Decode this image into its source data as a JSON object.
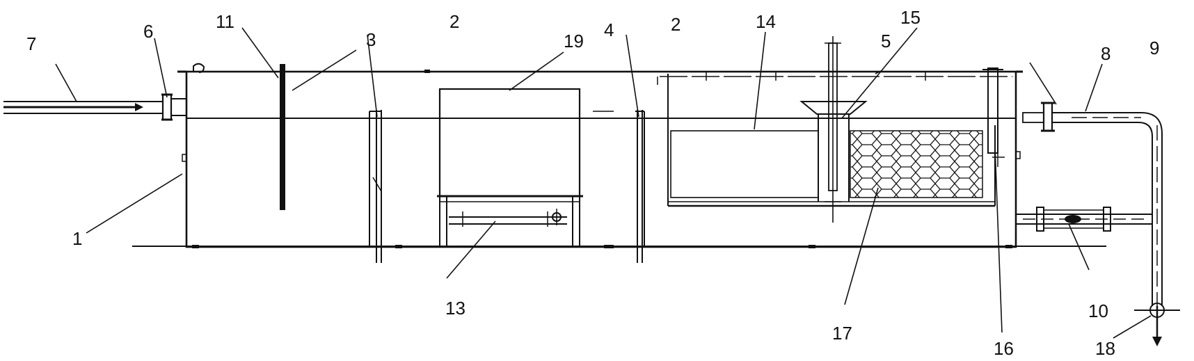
{
  "labels": {
    "l1": "1",
    "l2a": "2",
    "l2b": "2",
    "l3": "3",
    "l4": "4",
    "l5": "5",
    "l6": "6",
    "l7": "7",
    "l8": "8",
    "l9": "9",
    "l10": "10",
    "l11": "11",
    "l13": "13",
    "l14": "14",
    "l15": "15",
    "l16": "16",
    "l17": "17",
    "l18": "18",
    "l19": "19"
  }
}
